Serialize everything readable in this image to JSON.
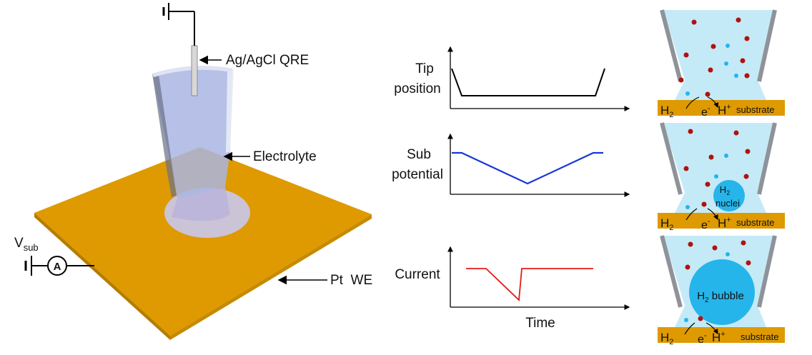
{
  "left_panel": {
    "electrode_ref": "Ag/AgCl QRE",
    "electrolyte": "Electrolyte",
    "working_electrode": "Pt  WE",
    "voltage_main": "V",
    "voltage_sub": "sub",
    "ammeter": "A"
  },
  "plots": {
    "tip_label_1": "Tip",
    "tip_label_2": "position",
    "sub_label_1": "Sub",
    "sub_label_2": "potential",
    "current_label": "Current",
    "x_label": "Time"
  },
  "schematic": {
    "panel1": {
      "h2": "H",
      "h2_sub": "2",
      "electron": "e",
      "electron_sup": "-",
      "proton": "H",
      "proton_sup": "+",
      "substrate": "substrate"
    },
    "panel2": {
      "h2": "H",
      "h2_sub": "2",
      "electron": "e",
      "electron_sup": "-",
      "proton": "H",
      "proton_sup": "+",
      "substrate": "substrate",
      "nuclei_1": "H",
      "nuclei_1_sub": "2",
      "nuclei_2": "nuclei"
    },
    "panel3": {
      "h2": "H",
      "h2_sub": "2",
      "electron": "e",
      "electron_sup": "-",
      "proton": "H",
      "proton_sup": "+",
      "substrate": "substrate",
      "bubble": "H",
      "bubble_sub": "2",
      "bubble_word": " bubble"
    }
  },
  "colors": {
    "substrate": "#de9a00",
    "electrolyte": "#b9c5e6",
    "solution": "#c5eaf7",
    "red_dot": "#b0120f",
    "blue_dot": "#25b4ec",
    "tip_line": "#000000",
    "potential_line": "#1a36d4",
    "current_line": "#e21a1a"
  }
}
